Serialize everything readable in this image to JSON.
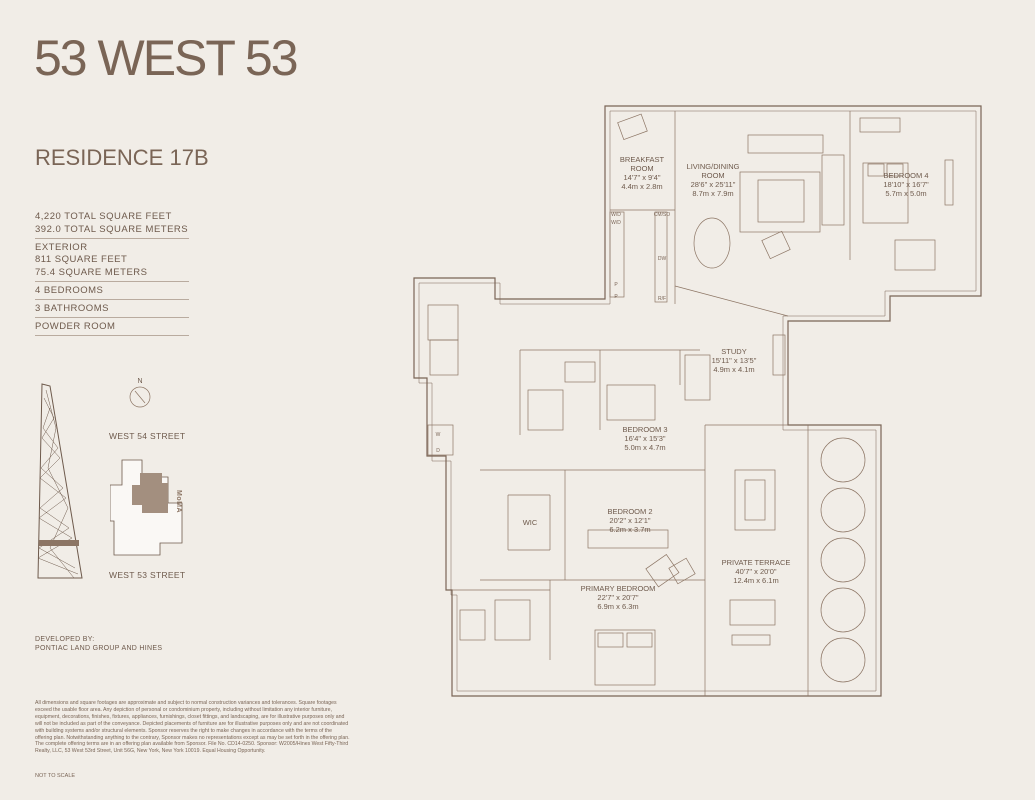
{
  "header": {
    "brand": "53 WEST 53",
    "residence": "RESIDENCE 17B"
  },
  "stats": {
    "total_sqft": "4,220 TOTAL SQUARE FEET",
    "total_sqm": "392.0 TOTAL SQUARE METERS",
    "exterior_label": "EXTERIOR",
    "exterior_sqft": "811 SQUARE FEET",
    "exterior_sqm": "75.4 SQUARE METERS",
    "bedrooms": "4 BEDROOMS",
    "bathrooms": "3 BATHROOMS",
    "powder": "POWDER ROOM"
  },
  "keyplan": {
    "north": "N",
    "street_north": "WEST 54 STREET",
    "street_south": "WEST 53 STREET",
    "museum": "MoMA"
  },
  "developer": {
    "label": "DEVELOPED BY:",
    "name": "PONTIAC LAND GROUP AND HINES"
  },
  "disclaimer": "All dimensions and square footages are approximate and subject to normal construction variances and tolerances. Square footages exceed the usable floor area. Any depiction of personal or condominium property, including without limitation any interior furniture, equipment, decorations, finishes, fixtures, appliances, furnishings, closet fittings, and landscaping, are for illustrative purposes only and will not be included as part of the conveyance. Depicted placements of furniture are for illustrative purposes only and are not coordinated with building systems and/or structural elements. Sponsor reserves the right to make changes in accordance with the terms of the offering plan. Notwithstanding anything to the contrary, Sponsor makes no representations except as may be set forth in the offering plan. The complete offering terms are in an offering plan available from Sponsor. File No. CD14-0250. Sponsor: W2005/Hines West Fifty-Third Realty, LLC, 53 West 53rd Street, Unit 56G, New York, New York 10019. Equal Housing Opportunity.",
  "not_to_scale": "NOT TO SCALE",
  "rooms": {
    "breakfast": {
      "name1": "BREAKFAST",
      "name2": "ROOM",
      "ft": "14'7\" x 9'4\"",
      "m": "4.4m x 2.8m"
    },
    "living": {
      "name1": "LIVING/DINING",
      "name2": "ROOM",
      "ft": "28'6\" x 25'11\"",
      "m": "8.7m x 7.9m"
    },
    "bedroom4": {
      "name": "BEDROOM 4",
      "ft": "18'10\" x 16'7\"",
      "m": "5.7m x 5.0m"
    },
    "study": {
      "name": "STUDY",
      "ft": "15'11\" x 13'5\"",
      "m": "4.9m x 4.1m"
    },
    "bedroom3": {
      "name": "BEDROOM 3",
      "ft": "16'4\" x 15'3\"",
      "m": "5.0m x 4.7m"
    },
    "bedroom2": {
      "name": "BEDROOM 2",
      "ft": "20'2\" x 12'1\"",
      "m": "6.2m x 3.7m"
    },
    "wic": {
      "name": "WIC"
    },
    "primary": {
      "name": "PRIMARY BEDROOM",
      "ft": "22'7\" x 20'7\"",
      "m": "6.9m x 6.3m"
    },
    "terrace": {
      "name": "PRIVATE TERRACE",
      "ft": "40'7\" x 20'0\"",
      "m": "12.4m x 6.1m"
    }
  },
  "fixtures": {
    "wd": "W/D",
    "p": "P",
    "cm": "CM/SO",
    "dw": "DW",
    "r": "R/F",
    "w": "W",
    "d": "D"
  }
}
